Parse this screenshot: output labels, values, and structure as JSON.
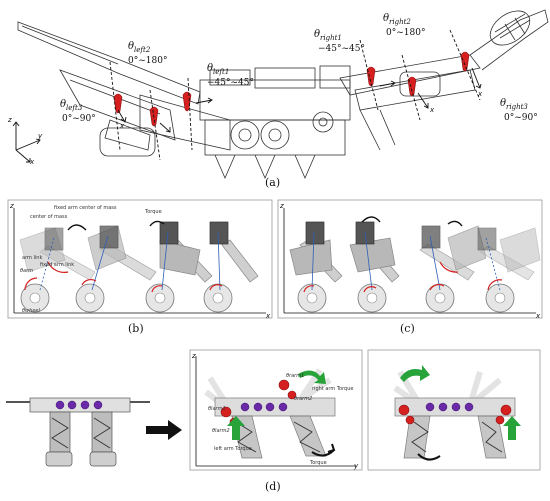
{
  "panel_a": {
    "caption": "(a)",
    "labels": {
      "left2": {
        "theta": "θ",
        "sub": "left2",
        "range": "0°~180°"
      },
      "left1": {
        "theta": "θ",
        "sub": "left1",
        "range": "−45°~45°"
      },
      "left3": {
        "theta": "θ",
        "sub": "left3",
        "range": "0°~90°"
      },
      "right1": {
        "theta": "θ",
        "sub": "right1",
        "range": "−45°~45°"
      },
      "right2": {
        "theta": "θ",
        "sub": "right2",
        "range": "0°~180°"
      },
      "right3": {
        "theta": "θ",
        "sub": "right3",
        "range": "0°~90°"
      }
    },
    "axes": {
      "x": "x",
      "y": "y",
      "z": "z"
    }
  },
  "panel_b": {
    "caption": "(b)",
    "annotations": {
      "center_of_mass": "center of mass",
      "fixed_arm_com": "fixed arm center of mass",
      "torque": "Torque",
      "arm_link": "arm link",
      "fixed_arm_link": "fixed arm link",
      "theta_arm": "θarm",
      "theta_wheel": "θwheel"
    },
    "axes": {
      "x": "x",
      "z": "z"
    }
  },
  "panel_c": {
    "caption": "(c)",
    "axes": {
      "x": "x",
      "z": "z"
    }
  },
  "panel_d": {
    "caption": "(d)",
    "annotations": {
      "right_arm_torque": "right arm Torque",
      "left_arm_torque": "left arm Torque",
      "torque": "Torque",
      "theta_larm1": "θlarm1",
      "theta_larm2": "θlarm2",
      "theta_rarm1": "θrarm1",
      "theta_rarm2": "θrarm2"
    },
    "axes": {
      "y": "y",
      "z": "z"
    }
  },
  "colors": {
    "red": "#d62020",
    "green": "#27a33a",
    "purple": "#6a2aa8",
    "blue": "#2d5fb8",
    "dark": "#222222"
  }
}
